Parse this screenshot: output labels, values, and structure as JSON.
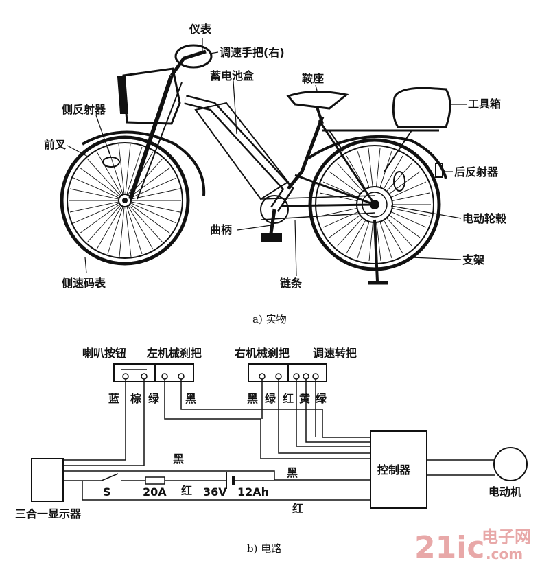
{
  "bike": {
    "labels": {
      "meter": "仪表",
      "throttle": "调速手把(右)",
      "battery_box": "蓄电池盒",
      "saddle": "鞍座",
      "side_reflector": "侧反射器",
      "toolbox": "工具箱",
      "front_fork": "前叉",
      "rear_reflector": "后反射器",
      "hub_motor": "电动轮毂",
      "crank": "曲柄",
      "stand": "支架",
      "speedometer": "侧速码表",
      "chain": "链条"
    },
    "caption": "a) 实物"
  },
  "circuit": {
    "labels": {
      "horn_button": "喇叭按钮",
      "left_brake": "左机械刹把",
      "right_brake": "右机械刹把",
      "speed_throttle": "调速转把",
      "wire_blue": "蓝",
      "wire_brown": "棕",
      "wire_green_1": "绿",
      "wire_black_1": "黑",
      "wire_black_2": "黑",
      "wire_green_2": "绿",
      "wire_red_1": "红",
      "wire_yellow": "黄",
      "wire_green_3": "绿",
      "wire_black_3": "黑",
      "wire_black_4": "黑",
      "switch": "S",
      "fuse": "20A",
      "wire_red_2": "红",
      "voltage": "36V",
      "capacity": "12Ah",
      "wire_red_3": "红",
      "controller": "控制器",
      "motor": "电动机",
      "display": "三合一显示器"
    },
    "caption": "b) 电路"
  },
  "watermark": {
    "num": "21ic",
    "cn": "电子网",
    "dom": ".com"
  }
}
